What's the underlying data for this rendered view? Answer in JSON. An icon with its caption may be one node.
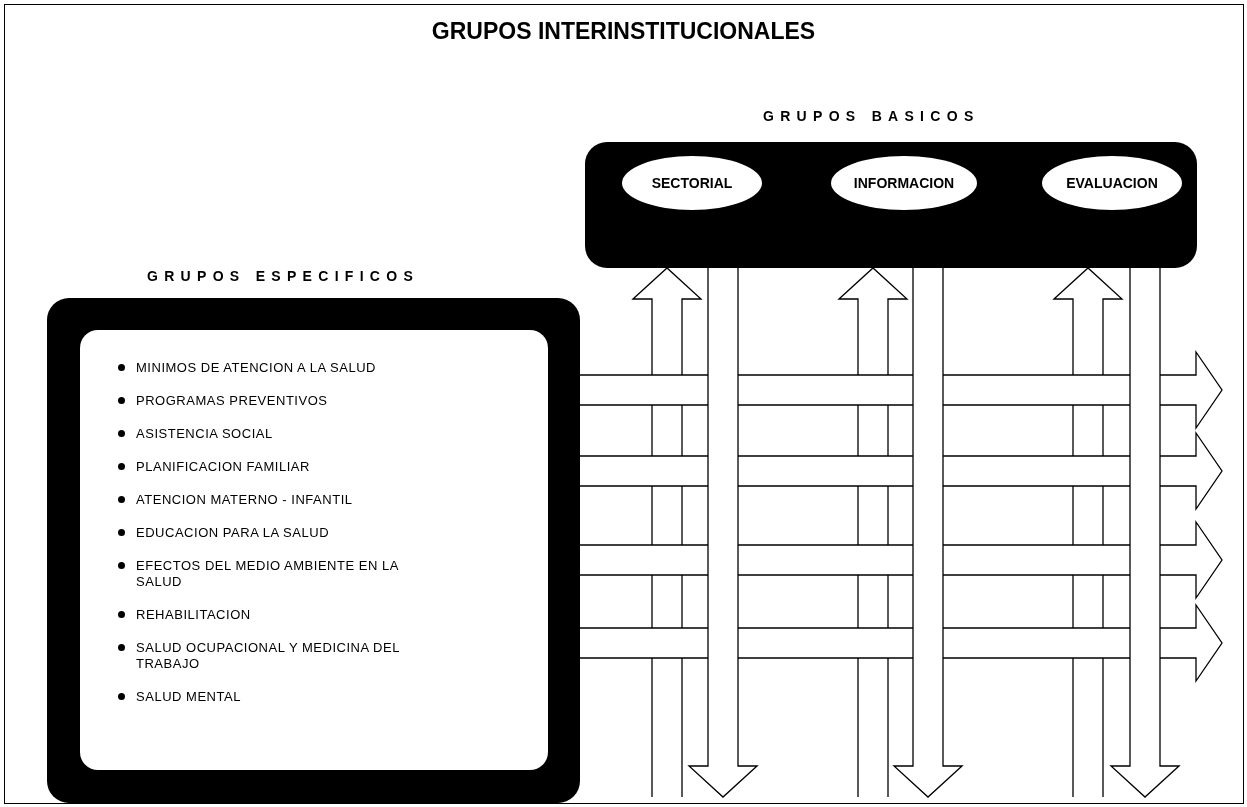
{
  "diagram": {
    "title": "GRUPOS INTERINSTITUCIONALES",
    "nodes": [
      {
        "text": [
          "GRUPOS BASICOS"
        ]
      },
      {
        "text": [
          "SECTORIAL"
        ],
        "in": 0
      },
      {
        "text": [
          "INFORMACION"
        ],
        "in": 0
      },
      {
        "text": [
          "EVALUACION"
        ],
        "in": 0
      },
      {
        "text": [
          "GRUPOS ESPECIFICOS"
        ]
      },
      {
        "text": [
          "MINIMOS DE ATENCION A LA SALUD",
          "PROGRAMAS PREVENTIVOS",
          "ASISTENCIA SOCIAL",
          "PLANIFICACION FAMILIAR",
          "ATENCION MATERNO - INFANTIL",
          "EDUCACION PARA LA SALUD",
          "EFECTOS DEL MEDIO AMBIENTE EN LA SALUD",
          "REHABILITACION",
          "SALUD OCUPACIONAL Y MEDICINA DEL TRABAJO",
          "SALUD MENTAL"
        ],
        "in": 4
      }
    ],
    "edges": [
      {
        "from": 4,
        "to": null,
        "arrow": "to"
      },
      {
        "from": 4,
        "to": null,
        "arrow": "to"
      },
      {
        "from": 4,
        "to": null,
        "arrow": "to"
      },
      {
        "from": 4,
        "to": null,
        "arrow": "to"
      },
      {
        "from": null,
        "to": 0,
        "arrow": "to"
      },
      {
        "from": null,
        "to": 0,
        "arrow": "to"
      },
      {
        "from": null,
        "to": 0,
        "arrow": "to"
      },
      {
        "from": 0,
        "to": null,
        "arrow": "to"
      },
      {
        "from": 0,
        "to": null,
        "arrow": "to"
      },
      {
        "from": 0,
        "to": null,
        "arrow": "to"
      }
    ]
  }
}
